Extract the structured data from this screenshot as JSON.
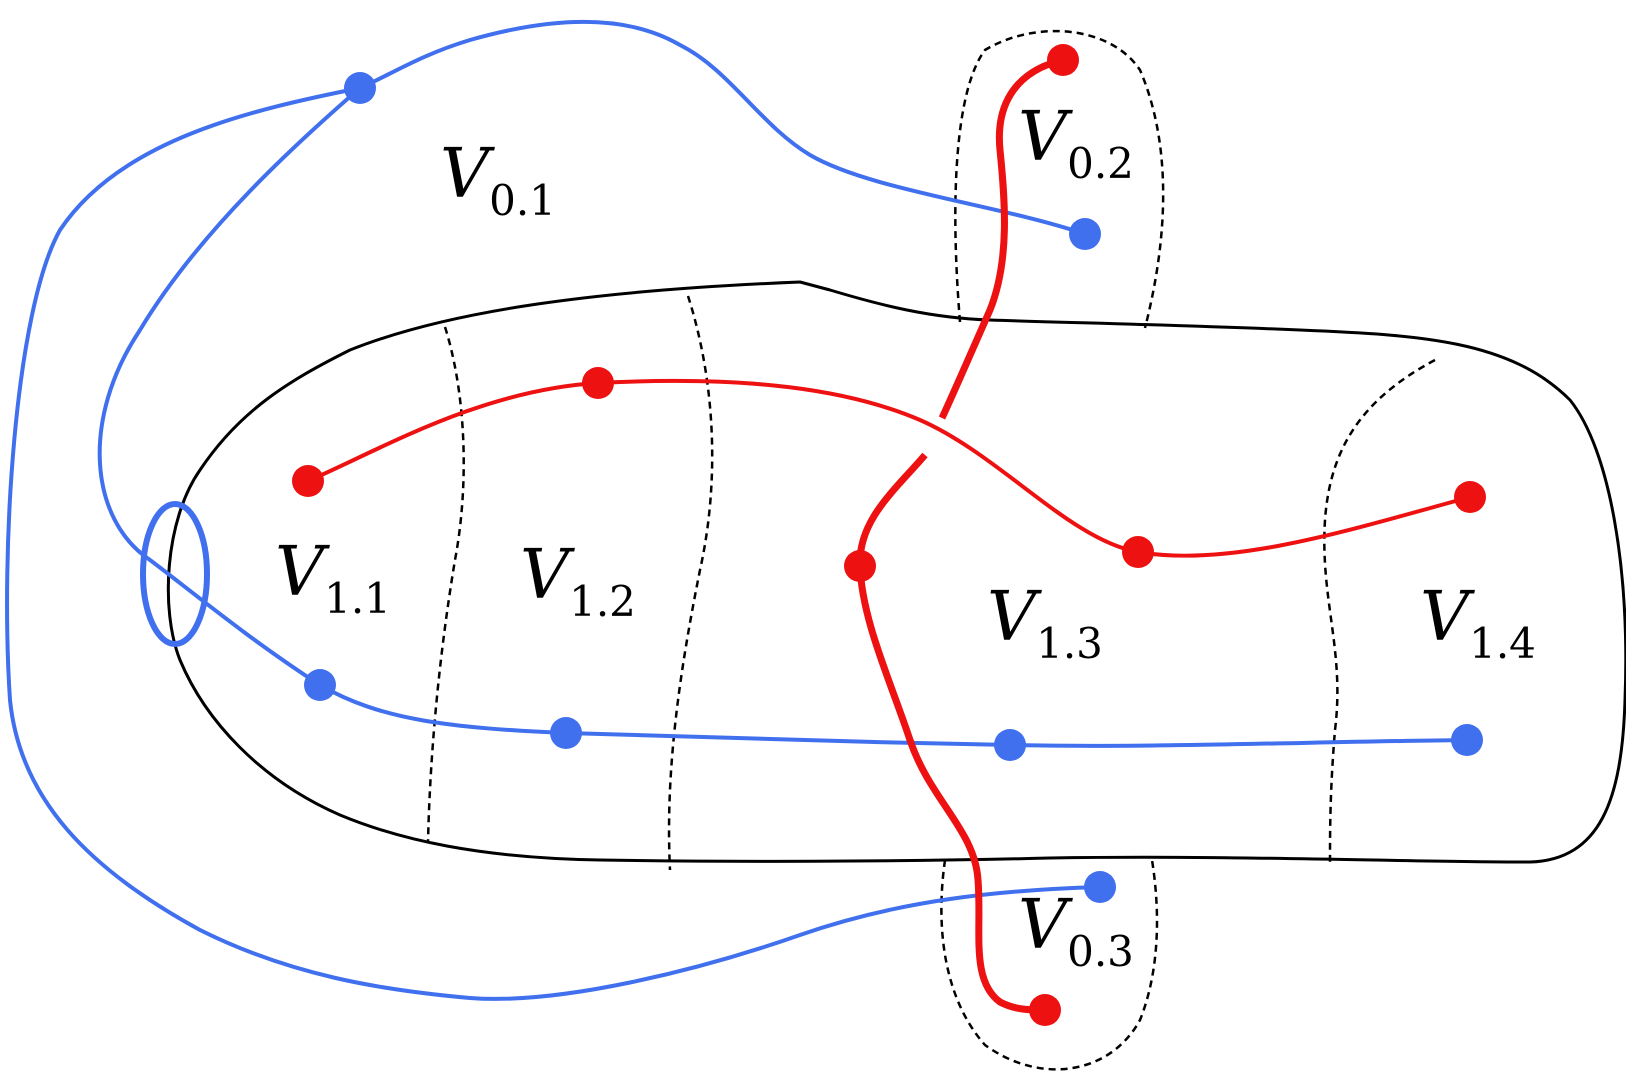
{
  "colors": {
    "blue": "#4170ee",
    "red": "#ee1111",
    "outline": "#000000"
  },
  "labels": {
    "v01": {
      "main": "V",
      "sub": "0.1"
    },
    "v02": {
      "main": "V",
      "sub": "0.2"
    },
    "v03": {
      "main": "V",
      "sub": "0.3"
    },
    "v11": {
      "main": "V",
      "sub": "1.1"
    },
    "v12": {
      "main": "V",
      "sub": "1.2"
    },
    "v13": {
      "main": "V",
      "sub": "1.3"
    },
    "v14": {
      "main": "V",
      "sub": "1.4"
    }
  }
}
